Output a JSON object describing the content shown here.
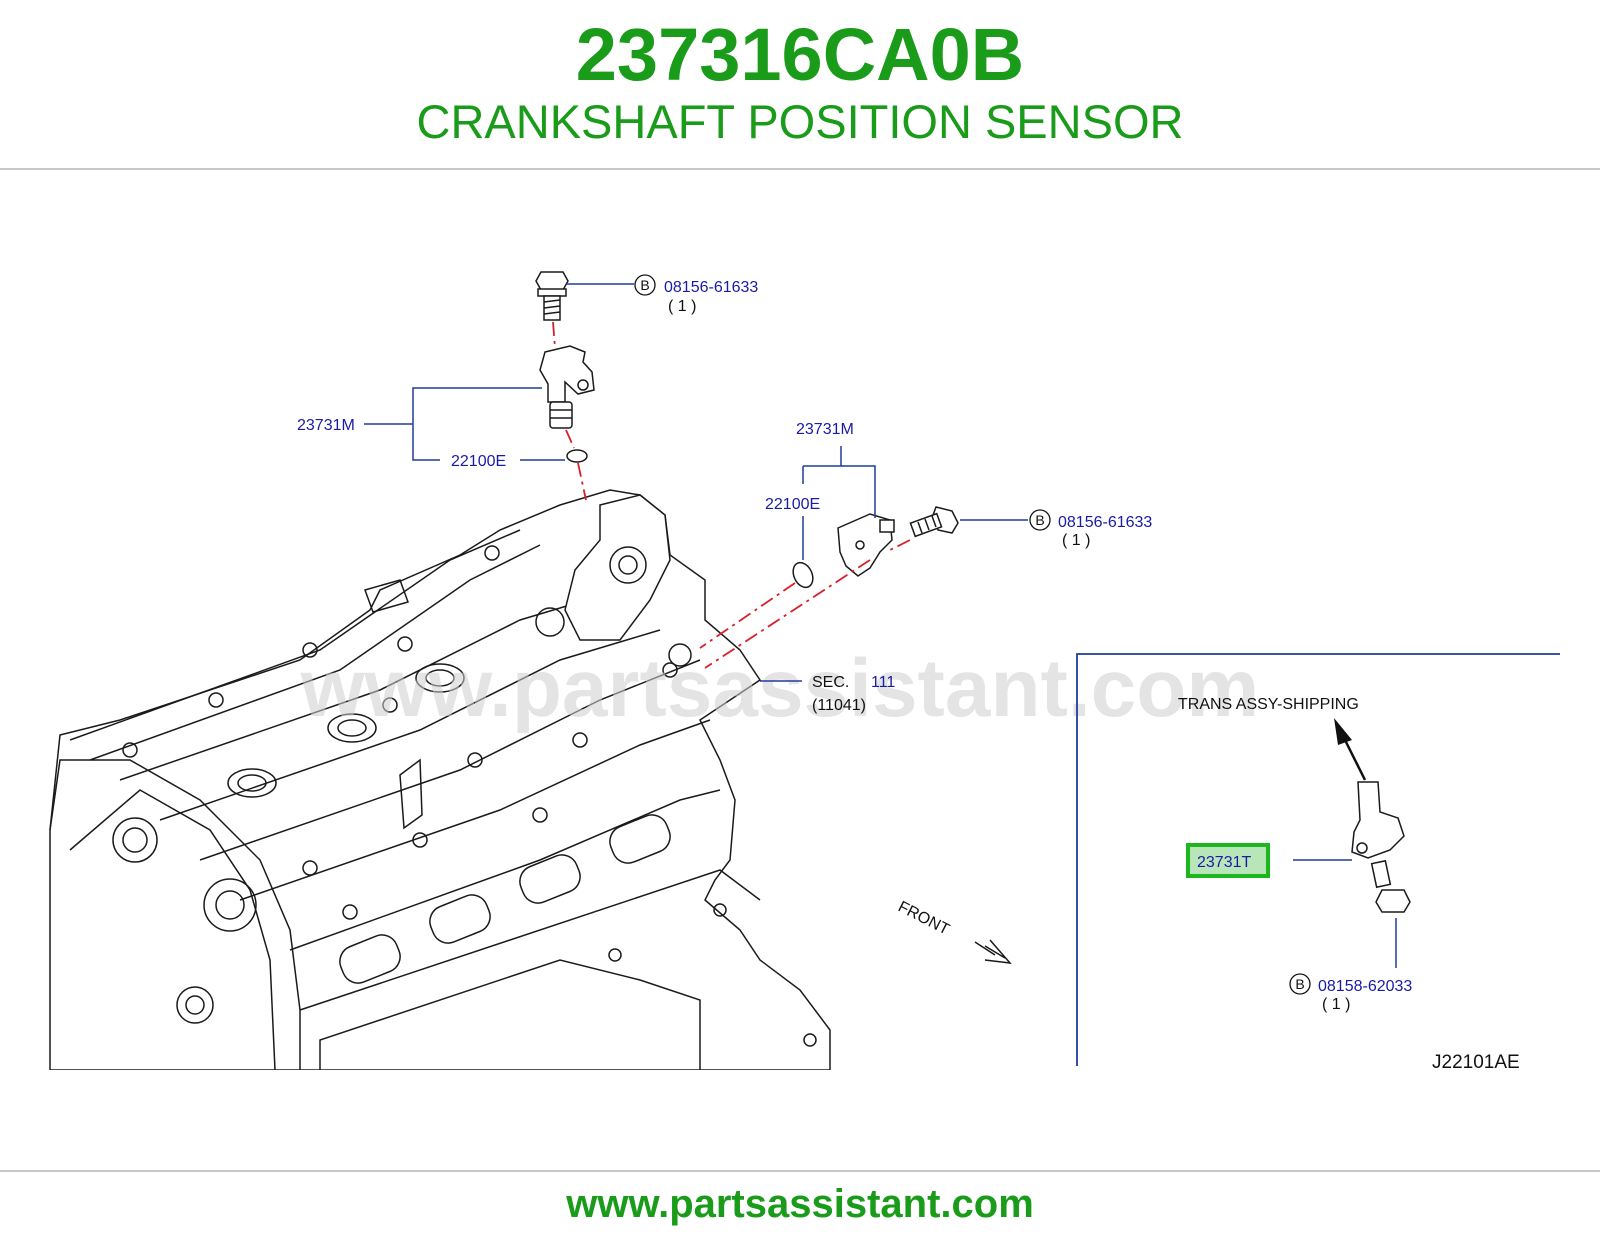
{
  "header": {
    "part_number": "237316CA0B",
    "part_name": "CRANKSHAFT POSITION SENSOR"
  },
  "diagram": {
    "watermark": "www.partsassistant.com",
    "callouts": {
      "bolt_top": {
        "circle": "B",
        "number": "08156-61633",
        "qty": "( 1 )"
      },
      "sensor_top": "23731M",
      "oring_top": "22100E",
      "sensor_right": "23731M",
      "oring_right": "22100E",
      "bolt_right": {
        "circle": "B",
        "number": "08156-61633",
        "qty": "( 1 )"
      },
      "section": {
        "label": "SEC.",
        "number": "111",
        "sub": "(11041)"
      },
      "front": "FRONT"
    },
    "inset": {
      "title": "TRANS   ASSY-SHIPPING",
      "highlighted_part": "23731T",
      "bolt": {
        "circle": "B",
        "number": "08158-62033",
        "qty": "( 1 )"
      }
    },
    "diagram_code": "J22101AE"
  },
  "footer": {
    "site": "www.partsassistant.com"
  }
}
